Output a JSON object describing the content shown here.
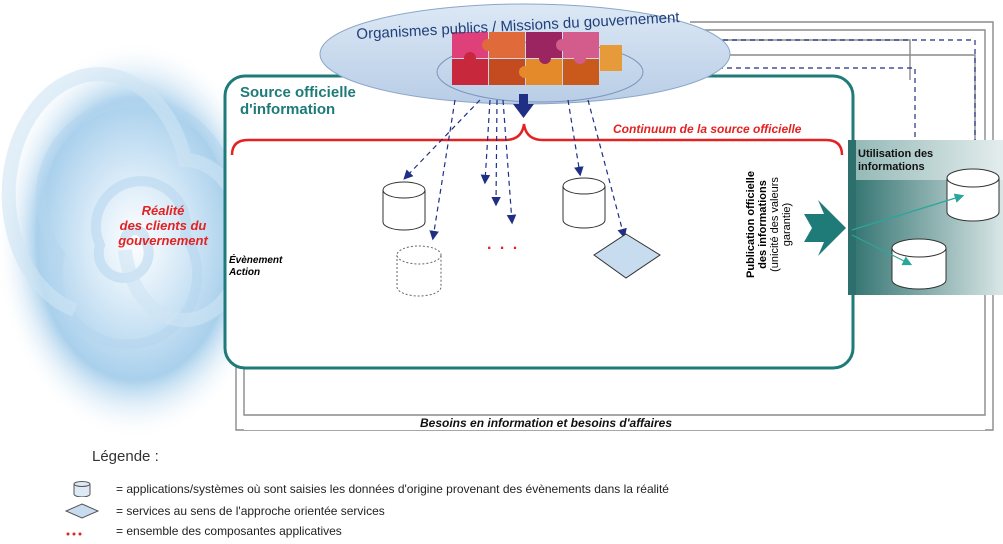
{
  "title_ellipse": "Organismes publics / Missions du gouvernement",
  "source_box": {
    "line1": "Source officielle",
    "line2": "d'information"
  },
  "continuum": "Continuum de la source officielle",
  "reality": {
    "line1": "Réalité",
    "line2": "des clients du",
    "line3": "gouvernement"
  },
  "event_action": {
    "line1": "Évènement",
    "line2": "Action"
  },
  "ellipsis_dots": ". . .",
  "publication": {
    "line1": "Publication officielle",
    "line2": "des informations",
    "line3": "(unicité des valeurs",
    "line4": "garantie)"
  },
  "usage": {
    "line1": "Utilisation  des",
    "line2": "informations"
  },
  "needs": "Besoins  en information et besoins  d'affaires",
  "legend": {
    "title": "Légende :",
    "items": [
      {
        "symbol": "cylinder-icon",
        "text": "= applications/systèmes où sont saisies les données d'origine provenant des évènements dans la réalité"
      },
      {
        "symbol": "diamond-icon",
        "text": "= services au sens de l'approche orientée services"
      },
      {
        "symbol": "dots-icon",
        "text": "= ensemble des composantes applicatives"
      }
    ]
  },
  "colors": {
    "teal": "#1e7b78",
    "red": "#e32222",
    "navy": "#1f2f85",
    "ellipse": "#c9dcef",
    "swirl": "#9ec8e6"
  }
}
